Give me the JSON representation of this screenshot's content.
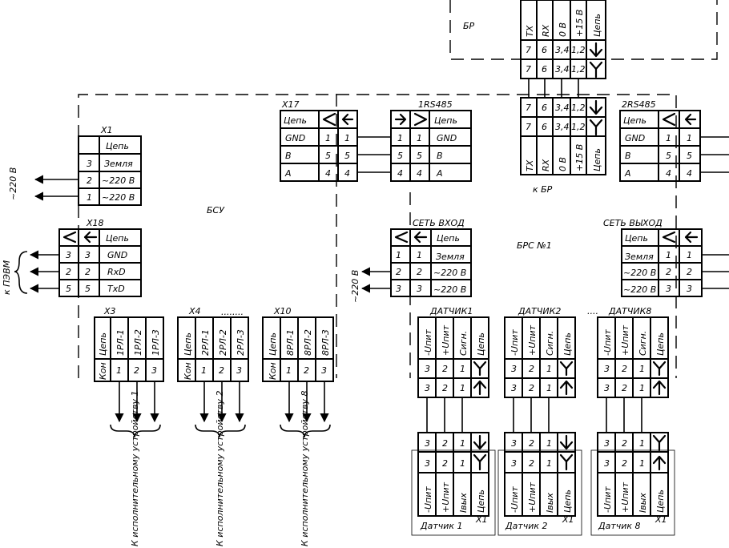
{
  "labels": {
    "br": "БР",
    "bsu": "БСУ",
    "brs": "БРС №1",
    "k_br": "к БР",
    "v220_left": "~220 В",
    "v220_mid": "~220 В",
    "k_pevm": "к ПЭВМ",
    "dots_top": "........",
    "dots_bottom": "....",
    "act1": "К исполнительному устройству 1",
    "act2": "К исполнительному устройству 2",
    "act8": "К исполнительному устройству 8"
  },
  "br_top": {
    "headers": [
      "TX",
      "RX",
      "0 В",
      "+15 В",
      "Цепь"
    ],
    "row1": [
      "7",
      "6",
      "3,4",
      "1,2"
    ],
    "row2": [
      "7",
      "6",
      "3,4",
      "1,2"
    ]
  },
  "br_bottom": {
    "row1": [
      "7",
      "6",
      "3,4",
      "1,2"
    ],
    "row2": [
      "7",
      "6",
      "3,4",
      "1,2"
    ],
    "headers": [
      "TX",
      "RX",
      "0 В",
      "+15 В",
      "Цепь"
    ]
  },
  "x17": {
    "title": "X17",
    "header": "Цепь",
    "rows": [
      [
        "GND",
        "1",
        "1"
      ],
      [
        "B",
        "5",
        "5"
      ],
      [
        "A",
        "4",
        "4"
      ]
    ]
  },
  "rs1": {
    "title": "1RS485",
    "header": "Цепь",
    "rows": [
      [
        "1",
        "1",
        "GND"
      ],
      [
        "5",
        "5",
        "B"
      ],
      [
        "4",
        "4",
        "A"
      ]
    ]
  },
  "rs2": {
    "title": "2RS485",
    "header": "Цепь",
    "rows": [
      [
        "GND",
        "1",
        "1"
      ],
      [
        "B",
        "5",
        "5"
      ],
      [
        "A",
        "4",
        "4"
      ]
    ]
  },
  "x1": {
    "title": "X1",
    "header": "Цепь",
    "rows": [
      [
        "3",
        "Земля"
      ],
      [
        "2",
        "~220 В"
      ],
      [
        "1",
        "~220 В"
      ]
    ]
  },
  "x18": {
    "title": "X18",
    "header": "Цепь",
    "rows": [
      [
        "3",
        "3",
        "GND"
      ],
      [
        "2",
        "2",
        "RxD"
      ],
      [
        "5",
        "5",
        "TxD"
      ]
    ]
  },
  "net_in": {
    "title": "СЕТЬ ВХОД",
    "header": "Цепь",
    "rows": [
      [
        "1",
        "1",
        "Земля"
      ],
      [
        "2",
        "2",
        "~220 В"
      ],
      [
        "3",
        "3",
        "~220 В"
      ]
    ]
  },
  "net_out": {
    "title": "СЕТЬ ВЫХОД",
    "header": "Цепь",
    "rows": [
      [
        "Земля",
        "1",
        "1"
      ],
      [
        "~220 В",
        "2",
        "2"
      ],
      [
        "~220 В",
        "3",
        "3"
      ]
    ]
  },
  "x3": {
    "title": "X3",
    "headers": [
      "Цепь",
      "1РЛ-1",
      "1РЛ-2",
      "1РЛ-3"
    ],
    "pins": [
      "Кон",
      "1",
      "2",
      "3"
    ]
  },
  "x4": {
    "title": "X4",
    "headers": [
      "Цепь",
      "2РЛ-1",
      "2РЛ-2",
      "2РЛ-3"
    ],
    "pins": [
      "Кон",
      "1",
      "2",
      "3"
    ]
  },
  "x10": {
    "title": "X10",
    "headers": [
      "Цепь",
      "8РЛ-1",
      "8РЛ-2",
      "8РЛ-3"
    ],
    "pins": [
      "Кон",
      "1",
      "2",
      "3"
    ]
  },
  "sensor_heads": [
    {
      "title": "ДАТЧИК1",
      "headers": [
        "-Uпит",
        "+Uпит",
        "Сигн.",
        "Цепь"
      ],
      "row1": [
        "3",
        "2",
        "1"
      ],
      "row2": [
        "3",
        "2",
        "1"
      ]
    },
    {
      "title": "ДАТЧИК2",
      "headers": [
        "-Uпит",
        "+Uпит",
        "Сигн.",
        "Цепь"
      ],
      "row1": [
        "3",
        "2",
        "1"
      ],
      "row2": [
        "3",
        "2",
        "1"
      ]
    },
    {
      "title": "ДАТЧИК8",
      "headers": [
        "-Uпит",
        "+Uпит",
        "Сигн.",
        "Цепь"
      ],
      "row1": [
        "3",
        "2",
        "1"
      ],
      "row2": [
        "3",
        "2",
        "1"
      ]
    }
  ],
  "sensor_bottoms": [
    {
      "row1": [
        "3",
        "2",
        "1"
      ],
      "row2": [
        "3",
        "2",
        "1"
      ],
      "headers": [
        "-Uпит",
        "+Uпит",
        "Iвых",
        "Цепь"
      ],
      "caption": "Датчик 1",
      "x": "X1"
    },
    {
      "row1": [
        "3",
        "2",
        "1"
      ],
      "row2": [
        "3",
        "2",
        "1"
      ],
      "headers": [
        "-Uпит",
        "+Uпит",
        "Iвых",
        "Цепь"
      ],
      "caption": "Датчик 2",
      "x": "X1"
    },
    {
      "row1": [
        "3",
        "2",
        "1"
      ],
      "row2": [
        "3",
        "2",
        "1"
      ],
      "headers": [
        "-Uпит",
        "+Uпит",
        "Iвых",
        "Цепь"
      ],
      "caption": "Датчик 8",
      "x": "X1"
    }
  ]
}
